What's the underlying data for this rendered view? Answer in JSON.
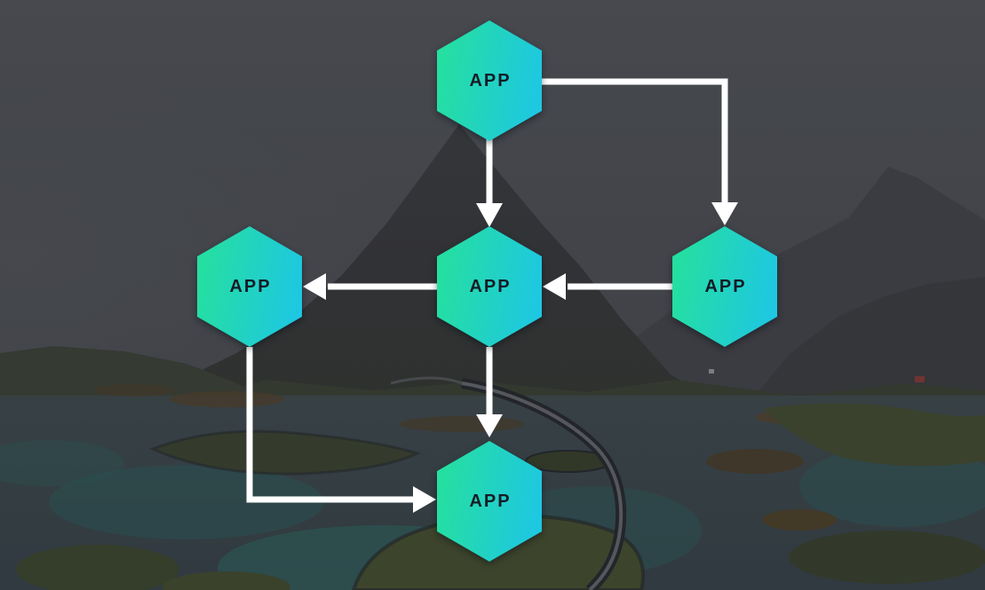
{
  "scene": {
    "kind": "architecture-diagram-hero",
    "background_alt": "darkened aerial photo of a fjord landscape with a mountain, islands and a coastal road"
  },
  "diagram": {
    "arrow_color": "#FFFFFF",
    "node_label_color": "#131C26",
    "node_gradient_start": "#25DFA0",
    "node_gradient_end": "#1EC7E2",
    "nodes": [
      {
        "id": "top",
        "label": "APP"
      },
      {
        "id": "right",
        "label": "APP"
      },
      {
        "id": "center",
        "label": "APP"
      },
      {
        "id": "left",
        "label": "APP"
      },
      {
        "id": "bottom",
        "label": "APP"
      }
    ],
    "edges": [
      {
        "from": "top",
        "to": "center"
      },
      {
        "from": "top",
        "to": "right"
      },
      {
        "from": "right",
        "to": "center"
      },
      {
        "from": "center",
        "to": "left"
      },
      {
        "from": "center",
        "to": "bottom"
      },
      {
        "from": "left",
        "to": "bottom"
      }
    ]
  },
  "background_palette": {
    "sky": "#54575C",
    "mountain": "#3A3D40",
    "moss": "#3F4834",
    "water": "#3C494D",
    "shallow_water": "#2F6560",
    "overlay": "#1F2226"
  }
}
